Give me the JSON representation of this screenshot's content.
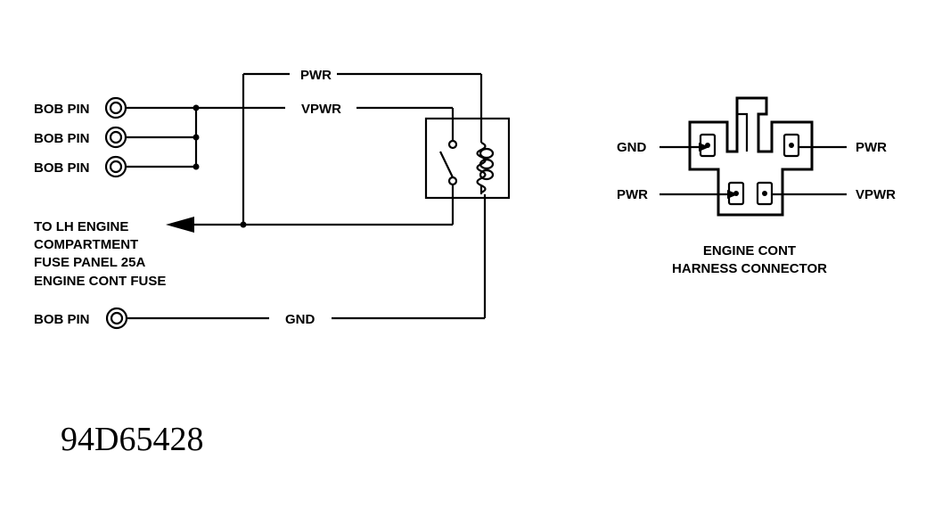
{
  "wiring": {
    "bob_pin_1": "BOB PIN",
    "bob_pin_2": "BOB PIN",
    "bob_pin_3": "BOB PIN",
    "bob_pin_4": "BOB PIN",
    "pwr": "PWR",
    "vpwr": "VPWR",
    "gnd": "GND",
    "fuse_line_1": "TO LH ENGINE",
    "fuse_line_2": "COMPARTMENT",
    "fuse_line_3": "FUSE PANEL 25A",
    "fuse_line_4": "ENGINE CONT FUSE"
  },
  "connector": {
    "gnd": "GND",
    "pwr_left": "PWR",
    "pwr_right": "PWR",
    "vpwr": "VPWR",
    "caption_line_1": "ENGINE CONT",
    "caption_line_2": "HARNESS CONNECTOR"
  },
  "figure_id": "94D65428"
}
